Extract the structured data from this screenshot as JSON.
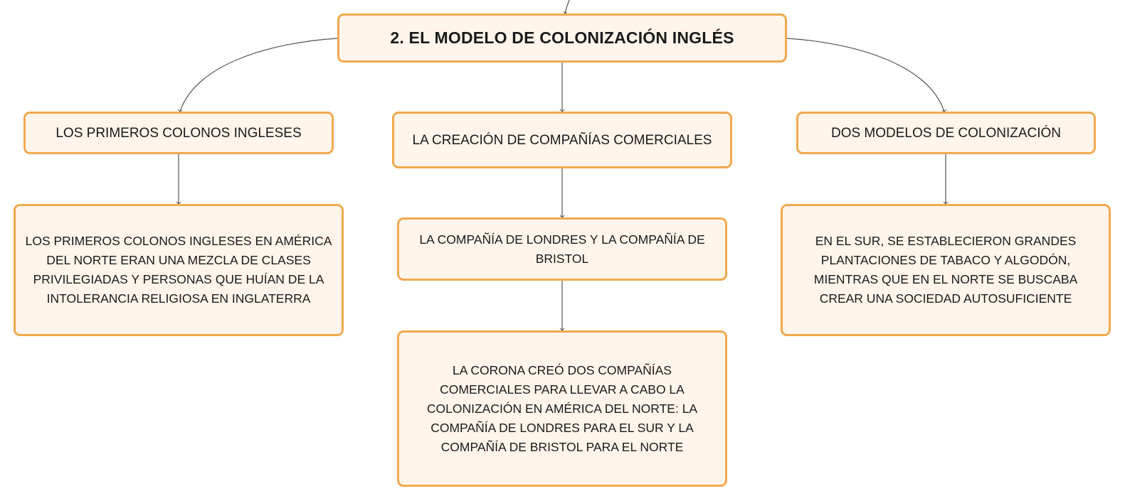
{
  "diagram": {
    "root": {
      "label": "2. EL MODELO DE COLONIZACIÓN INGLÉS"
    },
    "branches": [
      {
        "label": "LOS PRIMEROS COLONOS INGLESES",
        "children": [
          "LOS PRIMEROS COLONOS INGLESES EN AMÉRICA DEL NORTE ERAN UNA MEZCLA DE CLASES PRIVILEGIADAS Y PERSONAS QUE HUÍAN DE LA INTOLERANCIA RELIGIOSA EN INGLATERRA"
        ]
      },
      {
        "label": "LA CREACIÓN DE COMPAÑÍAS COMERCIALES",
        "children": [
          "LA COMPAÑÍA DE LONDRES Y LA COMPAÑÍA DE BRISTOL",
          "LA CORONA CREÓ DOS COMPAÑÍAS COMERCIALES PARA LLEVAR A CABO LA COLONIZACIÓN EN AMÉRICA DEL NORTE: LA COMPAÑÍA DE LONDRES PARA EL SUR Y LA COMPAÑÍA DE BRISTOL PARA EL NORTE"
        ]
      },
      {
        "label": "DOS MODELOS DE COLONIZACIÓN",
        "children": [
          "EN EL SUR, SE ESTABLECIERON GRANDES PLANTACIONES DE TABACO Y ALGODÓN, MIENTRAS QUE EN EL NORTE SE BUSCABA CREAR UNA SOCIEDAD AUTOSUFICIENTE"
        ]
      }
    ]
  },
  "colors": {
    "node_fill": "#fff5eb",
    "node_border": "#f2a94e",
    "connector": "#555555"
  }
}
